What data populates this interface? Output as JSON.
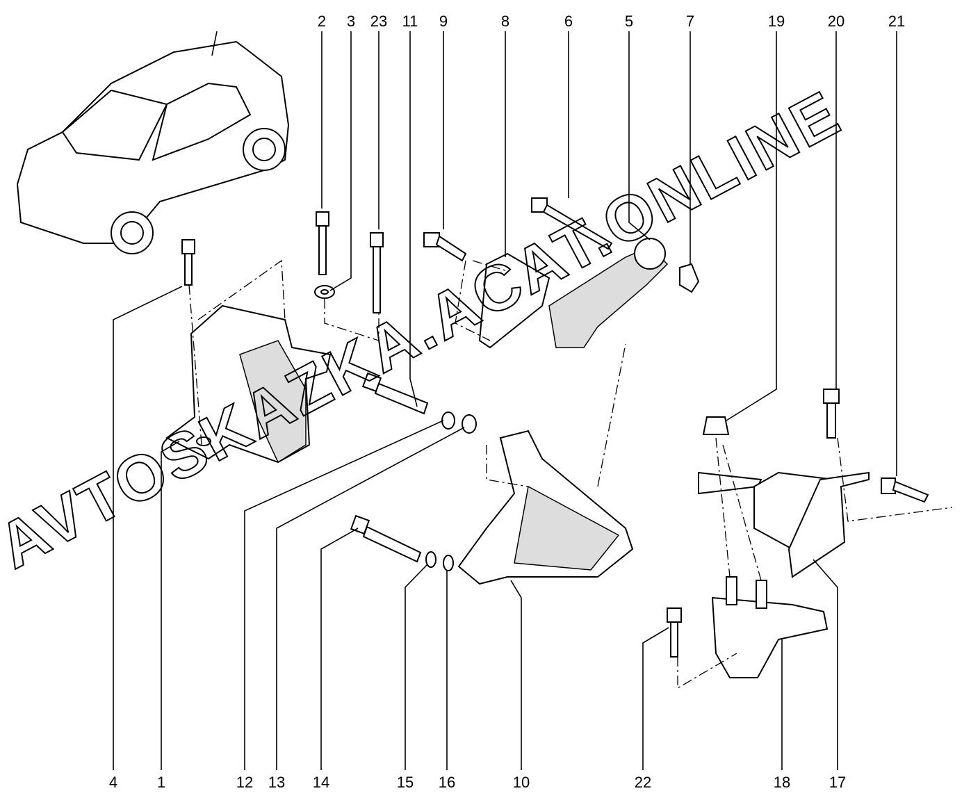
{
  "diagram": {
    "title": "Engine mount assembly",
    "watermark": "AVTOSKAZKA.ACAT.ONLINE",
    "callouts_top": [
      "2",
      "3",
      "23",
      "11",
      "9",
      "8",
      "6",
      "5",
      "7",
      "19",
      "20",
      "21"
    ],
    "callouts_bottom": [
      "4",
      "1",
      "12",
      "13",
      "14",
      "15",
      "16",
      "10",
      "22",
      "18",
      "17"
    ]
  }
}
